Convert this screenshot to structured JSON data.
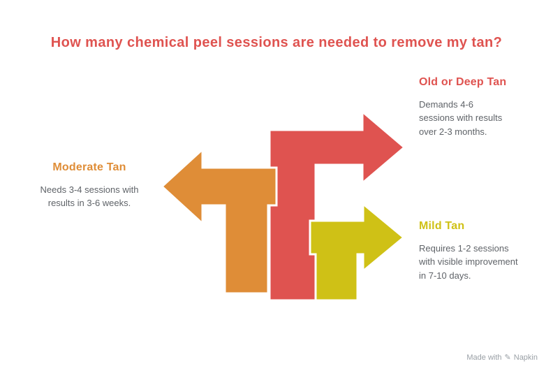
{
  "title": "How many chemical peel sessions are needed to remove my tan?",
  "colors": {
    "red": "#df5350",
    "orange": "#df8d37",
    "yellow": "#cfc116",
    "body_text": "#5f6368",
    "footer_text": "#9aa0a6"
  },
  "items": [
    {
      "id": "moderate-tan",
      "heading": "Moderate Tan",
      "body": "Needs 3-4 sessions with results in 3-6 weeks."
    },
    {
      "id": "old-or-deep-tan",
      "heading": "Old or Deep Tan",
      "body": "Demands 4-6 sessions with results over 2-3 months."
    },
    {
      "id": "mild-tan",
      "heading": "Mild Tan",
      "body": "Requires 1-2 sessions with visible improvement in 7-10 days."
    }
  ],
  "footer": {
    "made_with": "Made with",
    "brand": "Napkin",
    "pen_icon": "✎"
  }
}
